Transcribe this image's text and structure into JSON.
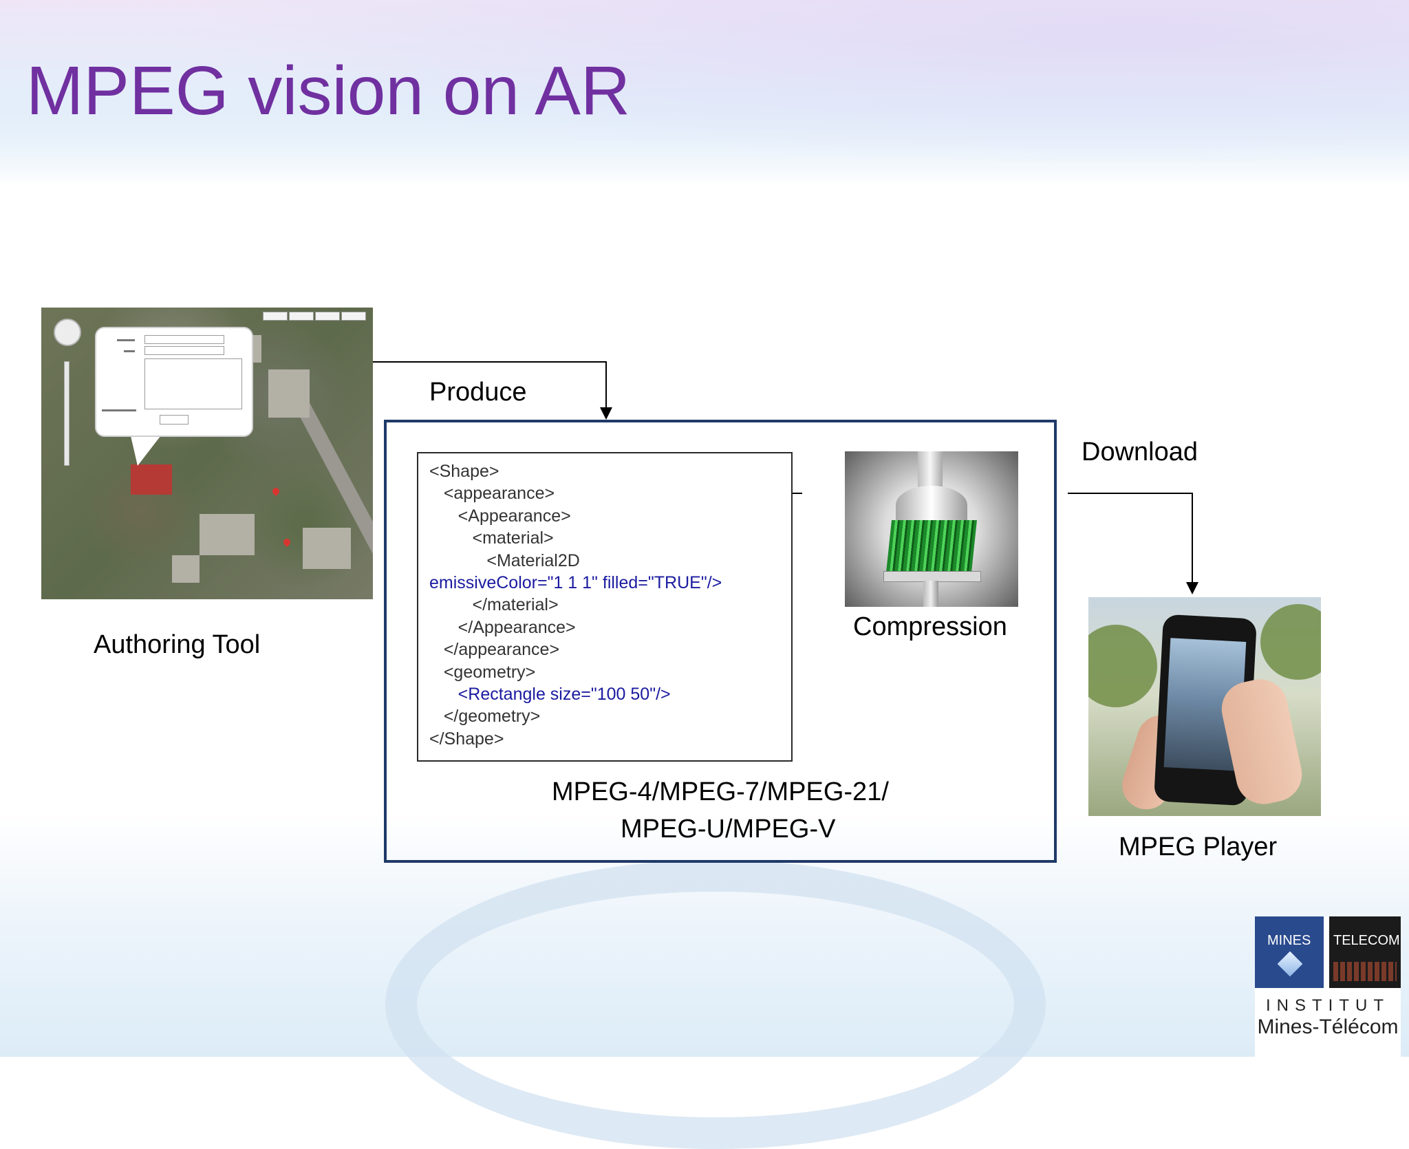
{
  "slide": {
    "title": "MPEG vision on AR"
  },
  "diagram": {
    "authoring_tool_label": "Authoring Tool",
    "produce_label": "Produce",
    "download_label": "Download",
    "compression_label": "Compression",
    "standards_label_line1": "MPEG-4/MPEG-7/MPEG-21/",
    "standards_label_line2": "MPEG-U/MPEG-V",
    "player_label": "MPEG Player",
    "code_lines": [
      "<Shape>",
      "   <appearance>",
      "      <Appearance>",
      "         <material>",
      "            <Material2D",
      "emissiveColor=\"1 1 1\" filled=\"TRUE\"/>",
      "         </material>",
      "      </Appearance>",
      "   </appearance>",
      "   <geometry>",
      "      <Rectangle size=\"100 50\"/>",
      "   </geometry>",
      "</Shape>"
    ]
  },
  "logo": {
    "mines": "MINES",
    "telecom": "TELECOM",
    "institut": "INSTITUT",
    "name": "Mines-Télécom"
  },
  "colors": {
    "title": "#7030a0",
    "box_border": "#1f3a68"
  }
}
